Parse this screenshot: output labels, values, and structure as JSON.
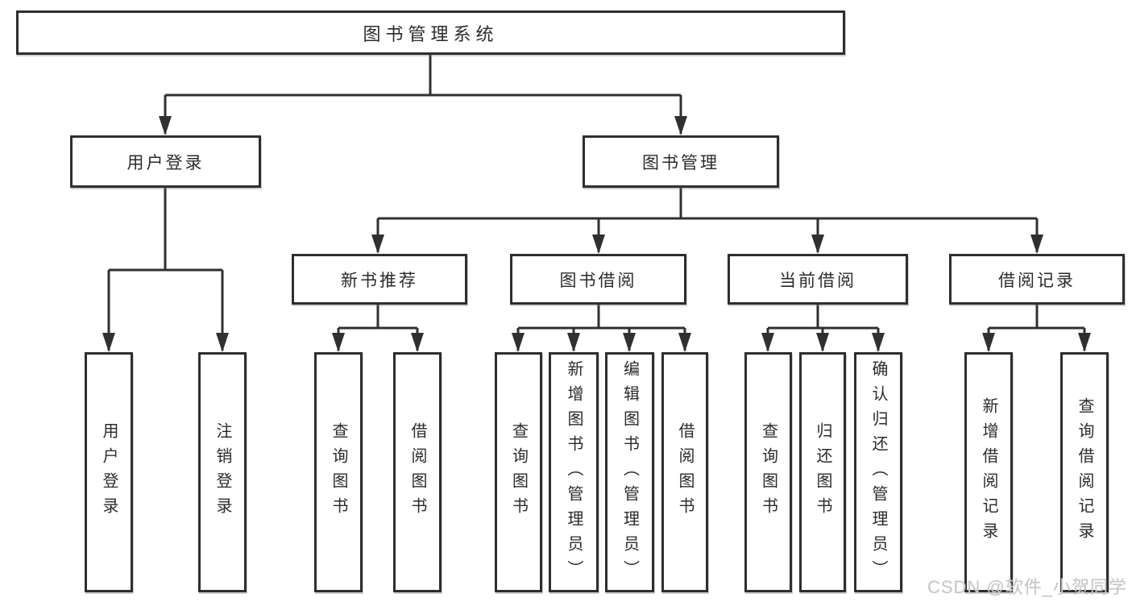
{
  "colors": {
    "background": "#ffffff",
    "box_border": "#303030",
    "line": "#303030",
    "text": "#2b2b2b",
    "watermark": "#c8c8c8"
  },
  "tree": {
    "root": {
      "label": "图书管理系统"
    },
    "branches": [
      {
        "label": "用户登录",
        "children": [
          {
            "label": "用户登录"
          },
          {
            "label": "注销登录"
          }
        ]
      },
      {
        "label": "图书管理",
        "children": [
          {
            "label": "新书推荐",
            "children": [
              {
                "label": "查询图书"
              },
              {
                "label": "借阅图书"
              }
            ]
          },
          {
            "label": "图书借阅",
            "children": [
              {
                "label": "查询图书"
              },
              {
                "label": "新增图书（管理员）"
              },
              {
                "label": "编辑图书（管理员）"
              },
              {
                "label": "借阅图书"
              }
            ]
          },
          {
            "label": "当前借阅",
            "children": [
              {
                "label": "查询图书"
              },
              {
                "label": "归还图书"
              },
              {
                "label": "确认归还（管理员）"
              }
            ]
          },
          {
            "label": "借阅记录",
            "children": [
              {
                "label": "新增借阅记录"
              },
              {
                "label": "查询借阅记录"
              }
            ]
          }
        ]
      }
    ]
  },
  "watermark": {
    "text": "CSDN @软件_小贺同学"
  }
}
